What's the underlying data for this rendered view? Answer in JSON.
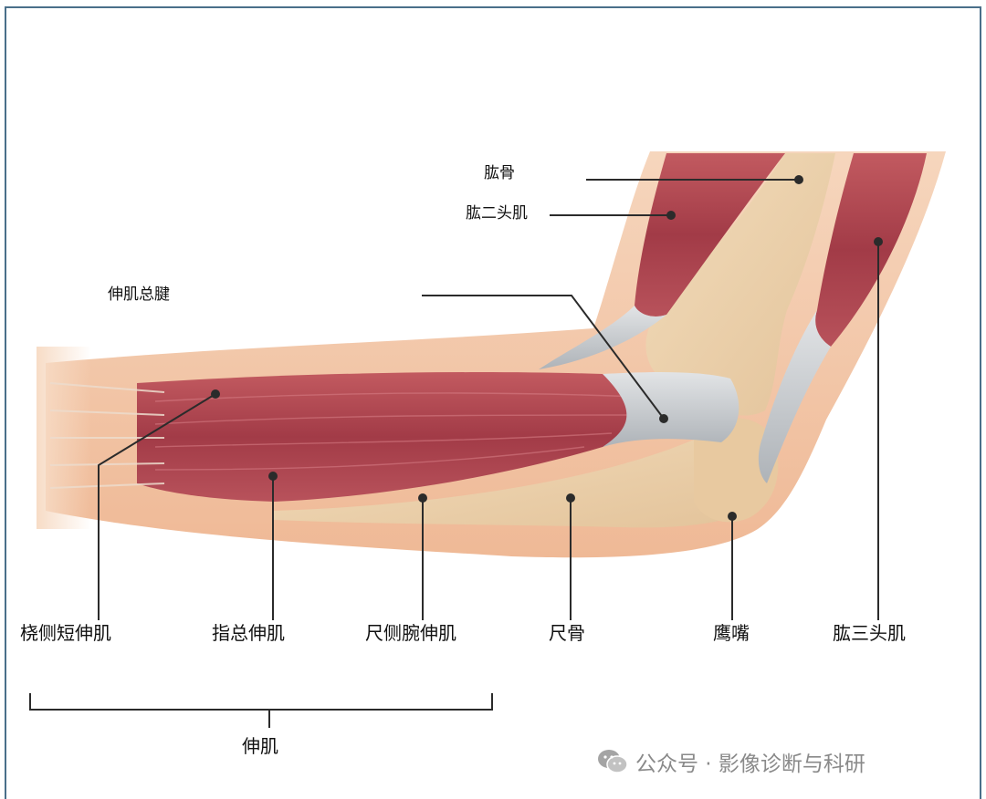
{
  "labels": {
    "humerus": "肱骨",
    "biceps": "肱二头肌",
    "common_extensor_tendon": "伸肌总腱",
    "ecrb": "桡侧短伸肌",
    "edc": "指总伸肌",
    "ecu": "尺侧腕伸肌",
    "ulna": "尺骨",
    "olecranon": "鹰嘴",
    "triceps": "肱三头肌",
    "extensors_group": "伸肌"
  },
  "watermark": {
    "text": "公众号 · 影像诊断与科研",
    "icon": "wechat-icon"
  },
  "colors": {
    "skin": "#f3c9a9",
    "skin_dark": "#e9b08e",
    "muscle": "#b44852",
    "muscle_light": "#cf6d72",
    "bone": "#edd3ad",
    "tendon": "#c9ccd0",
    "frame_border": "#4a6f8a"
  }
}
